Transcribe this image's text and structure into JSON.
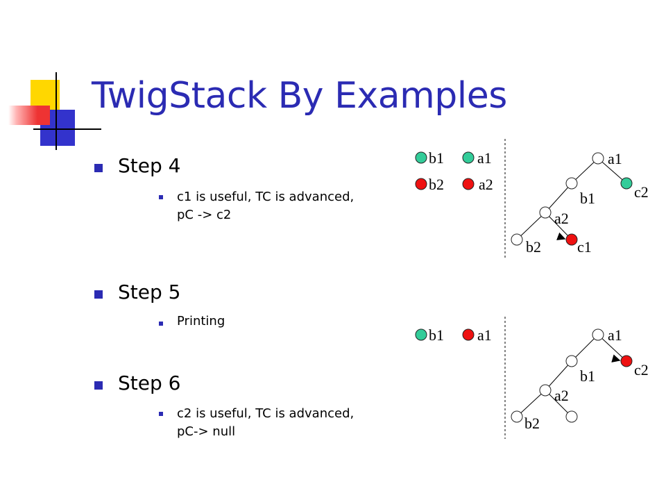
{
  "title": "TwigStack By Examples",
  "steps": [
    {
      "heading": "Step 4",
      "lines": [
        "c1 is useful, TC is advanced,",
        "pC -> c2"
      ]
    },
    {
      "heading": "Step 5",
      "lines": [
        "Printing"
      ]
    },
    {
      "heading": "Step 6",
      "lines": [
        "c2 is useful, TC is advanced,",
        "pC-> null"
      ]
    }
  ],
  "colors": {
    "title": "#2b2bb3",
    "bullet": "#2b2bb3",
    "green": "#33cc99",
    "red": "#ee1111",
    "logo_yellow": "#ffd700",
    "logo_blue": "#3333cc",
    "logo_red": "#ee3333"
  },
  "diagram1": {
    "stack_labels": {
      "b1": "b1",
      "a1": "a1",
      "b2": "b2",
      "a2": "a2"
    },
    "tree_labels": {
      "a1": "a1",
      "b1": "b1",
      "c2": "c2",
      "a2": "a2",
      "b2": "b2",
      "c1": "c1"
    }
  },
  "diagram2": {
    "stack_labels": {
      "b1": "b1",
      "a1": "a1"
    },
    "tree_labels": {
      "a1": "a1",
      "b1": "b1",
      "c2": "c2",
      "a2": "a2",
      "b2": "b2"
    }
  }
}
